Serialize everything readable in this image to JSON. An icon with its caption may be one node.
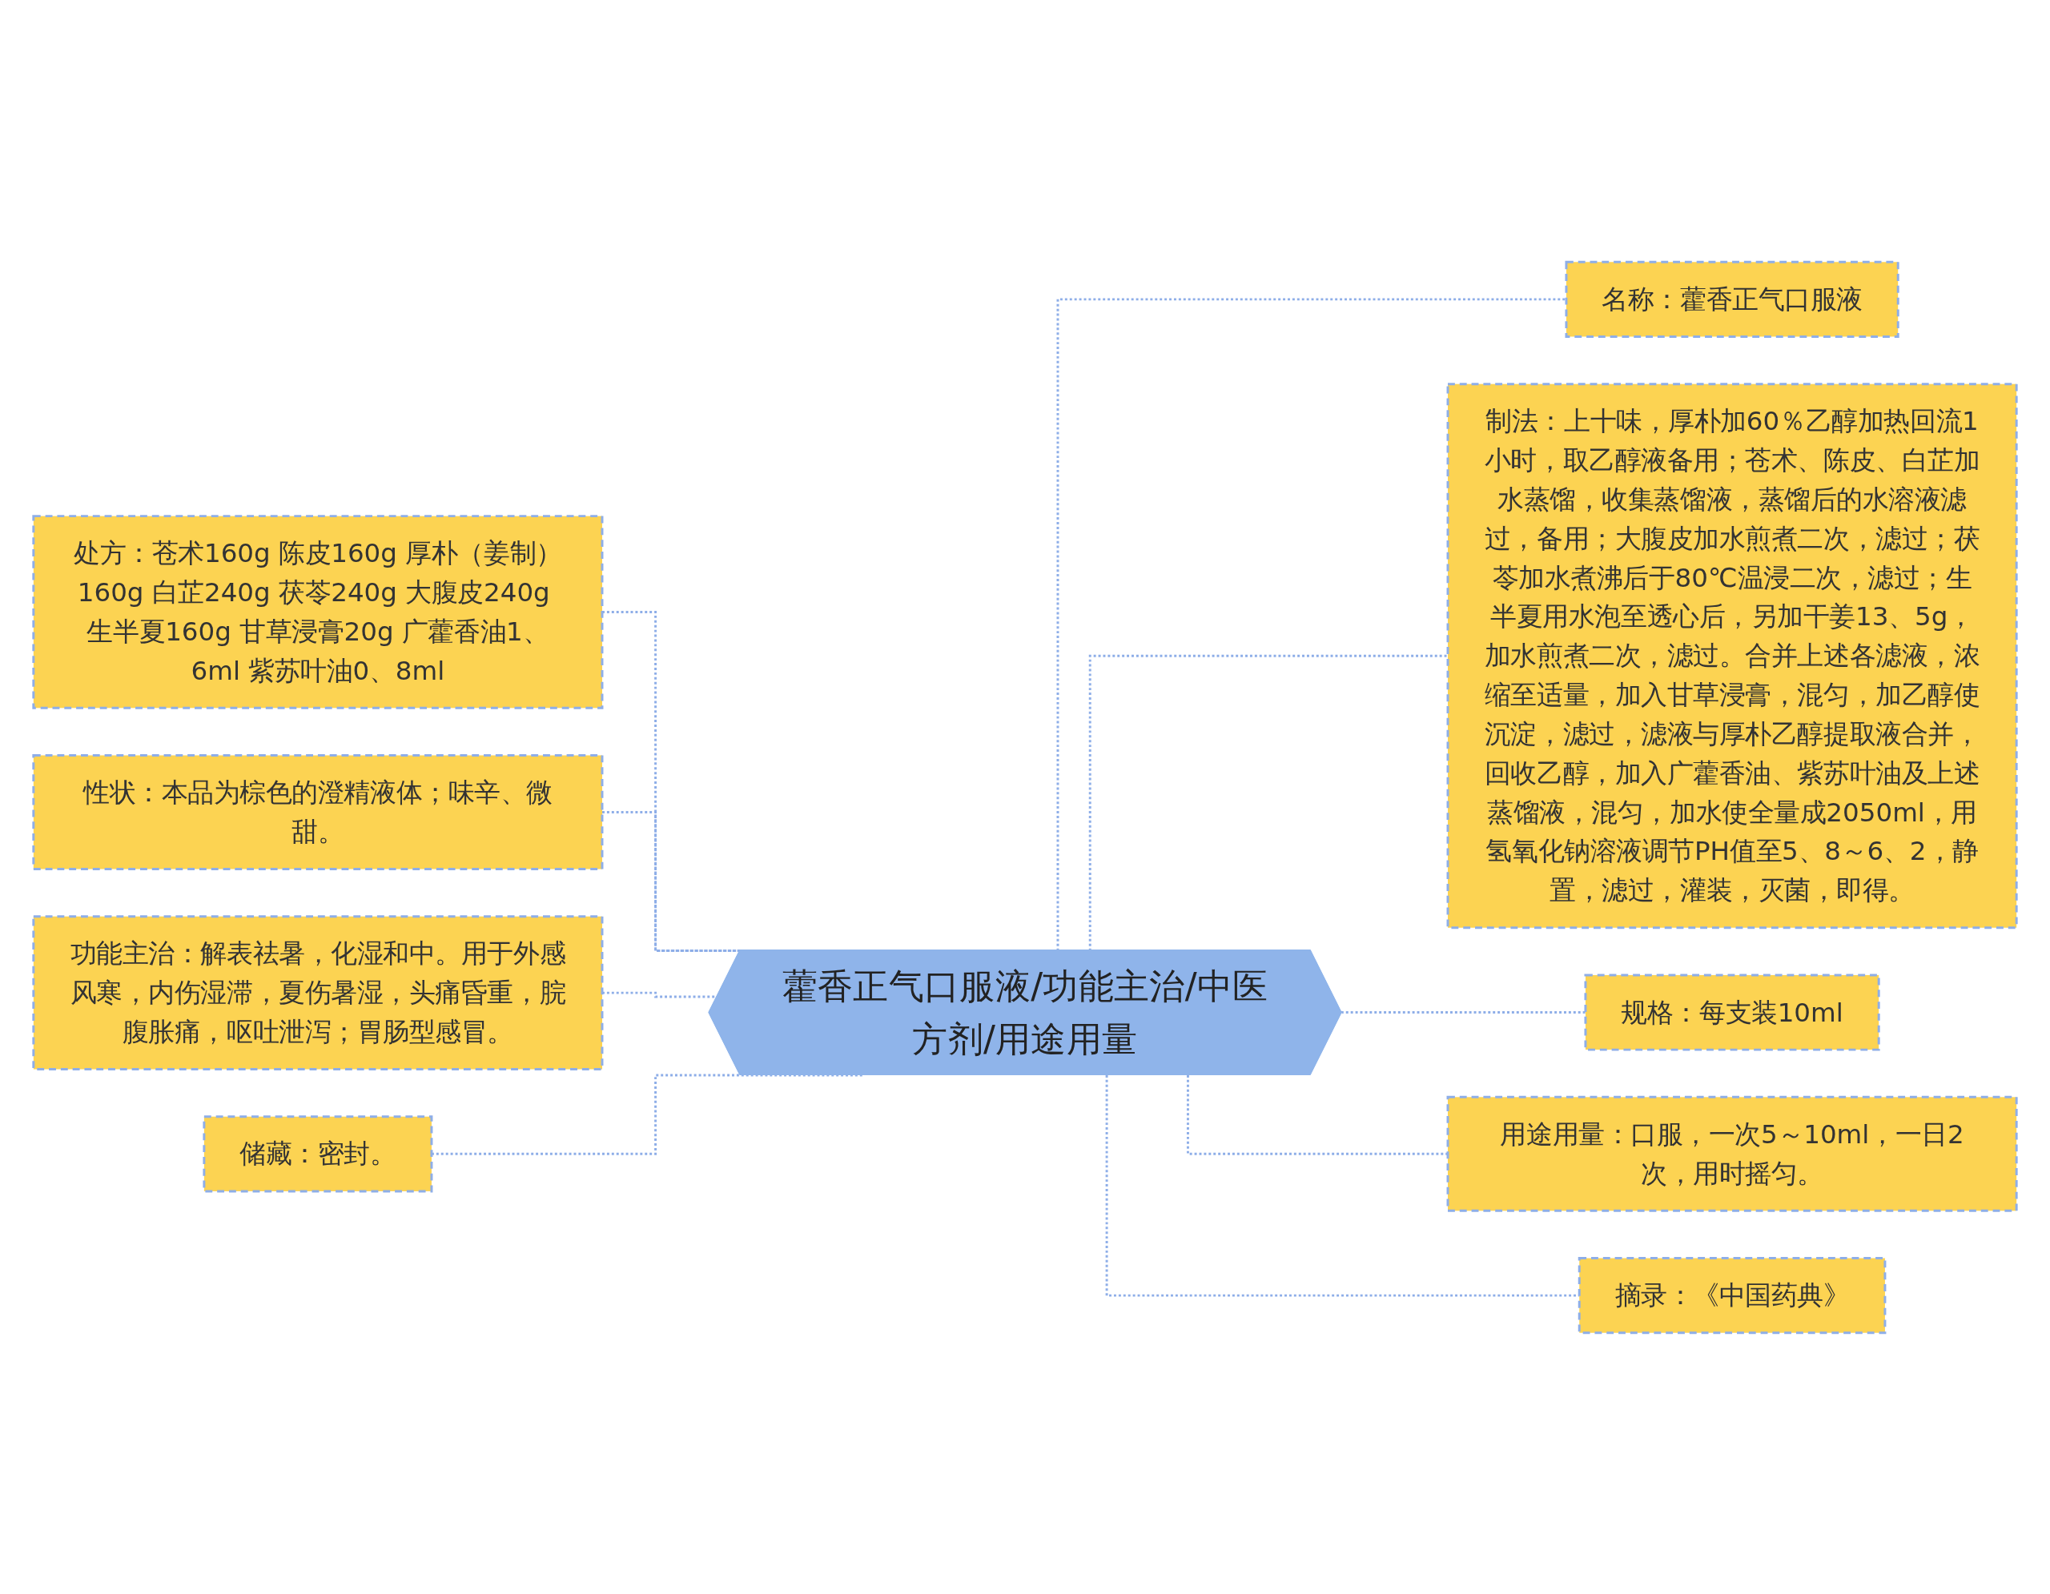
{
  "diagram": {
    "nodes": [
      {
        "text": [
          "藿香正气口服液/功能主治/中医方剂/用途用量"
        ]
      },
      {
        "text": [
          "处方：苍术160g 陈皮160g 厚朴（姜制）160g 白芷240g 茯苓240g 大腹皮240g 生半夏160g 甘草浸膏20g 广藿香油1、6ml 紫苏叶油0、8ml"
        ]
      },
      {
        "text": [
          "性状：本品为棕色的澄精液体；味辛、微甜。"
        ]
      },
      {
        "text": [
          "功能主治：解表祛暑，化湿和中。用于外感风寒，内伤湿滞，夏伤暑湿，头痛昏重，脘腹胀痛，呕吐泄泻；胃肠型感冒。"
        ]
      },
      {
        "text": [
          "储藏：密封。"
        ]
      },
      {
        "text": [
          "名称：藿香正气口服液"
        ]
      },
      {
        "text": [
          "制法：上十味，厚朴加60％乙醇加热回流1小时，取乙醇液备用；苍术、陈皮、白芷加水蒸馏，收集蒸馏液，蒸馏后的水溶液滤过，备用；大腹皮加水煎煮二次，滤过；茯苓加水煮沸后于80℃温浸二次，滤过；生半夏用水泡至透心后，另加干姜13、5g，加水煎煮二次，滤过。合并上述各滤液，浓缩至适量，加入甘草浸膏，混匀，加乙醇使沉淀，滤过，滤液与厚朴乙醇提取液合并，回收乙醇，加入广藿香油、紫苏叶油及上述蒸馏液，混匀，加水使全量成2050ml，用氢氧化钠溶液调节PH值至5、8～6、2，静置，滤过，灌装，灭菌，即得。"
        ]
      },
      {
        "text": [
          "规格：每支装10ml"
        ]
      },
      {
        "text": [
          "用途用量：口服，一次5～10ml，一日2次，用时摇匀。"
        ]
      },
      {
        "text": [
          "摘录：《中国药典》"
        ]
      }
    ],
    "edges": [
      {
        "from": 0,
        "to": 1,
        "arrow": "none",
        "style": "dashed"
      },
      {
        "from": 0,
        "to": 2,
        "arrow": "none",
        "style": "dashed"
      },
      {
        "from": 0,
        "to": 3,
        "arrow": "none",
        "style": "dashed"
      },
      {
        "from": 0,
        "to": 4,
        "arrow": "none",
        "style": "dashed"
      },
      {
        "from": 0,
        "to": 5,
        "arrow": "none",
        "style": "dashed"
      },
      {
        "from": 0,
        "to": 6,
        "arrow": "none",
        "style": "dashed"
      },
      {
        "from": 0,
        "to": 7,
        "arrow": "none",
        "style": "dashed"
      },
      {
        "from": 0,
        "to": 8,
        "arrow": "none",
        "style": "dashed"
      },
      {
        "from": 0,
        "to": 9,
        "arrow": "none",
        "style": "dashed"
      }
    ]
  }
}
